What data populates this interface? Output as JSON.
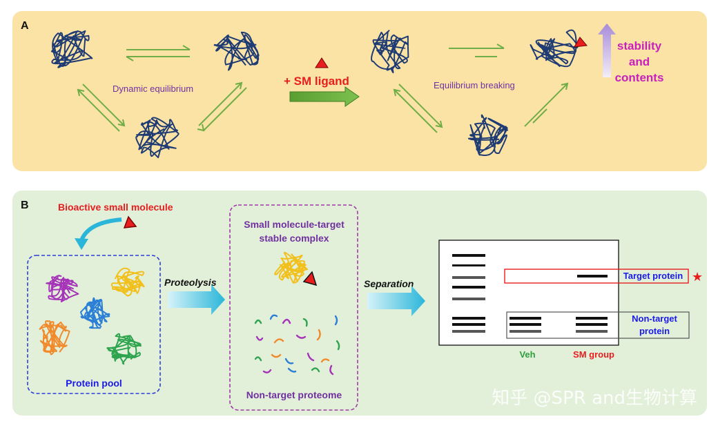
{
  "panel_a": {
    "label": "A",
    "dynamic_equilibrium": "Dynamic equilibrium",
    "ligand": "+ SM ligand",
    "equilibrium_breaking": "Equilibrium breaking",
    "stability_line1": "stability",
    "stability_line2": "and",
    "stability_line3": "contents"
  },
  "panel_b": {
    "label": "B",
    "bioactive": "Bioactive small molecule",
    "protein_pool": "Protein pool",
    "proteolysis": "Proteolysis",
    "complex_line1": "Small molecule-target",
    "complex_line2": "stable complex",
    "non_target_proteome": "Non-target proteome",
    "separation": "Separation",
    "target_protein": "Target protein",
    "non_target_line1": "Non-target",
    "non_target_line2": "protein",
    "lane_veh": "Veh",
    "lane_sm": "SM group"
  },
  "watermark": "知乎 @SPR and生物计算",
  "colors": {
    "panel_a_bg": "#fbe3a6",
    "panel_b_bg": "#e2efd9",
    "coil_blue": "#1f3b73",
    "arrow_green": "#70ad47",
    "purple_text": "#7030a0",
    "red": "#e81e1e",
    "blue_text": "#1a1ae6",
    "green_text": "#2e9e3e"
  }
}
